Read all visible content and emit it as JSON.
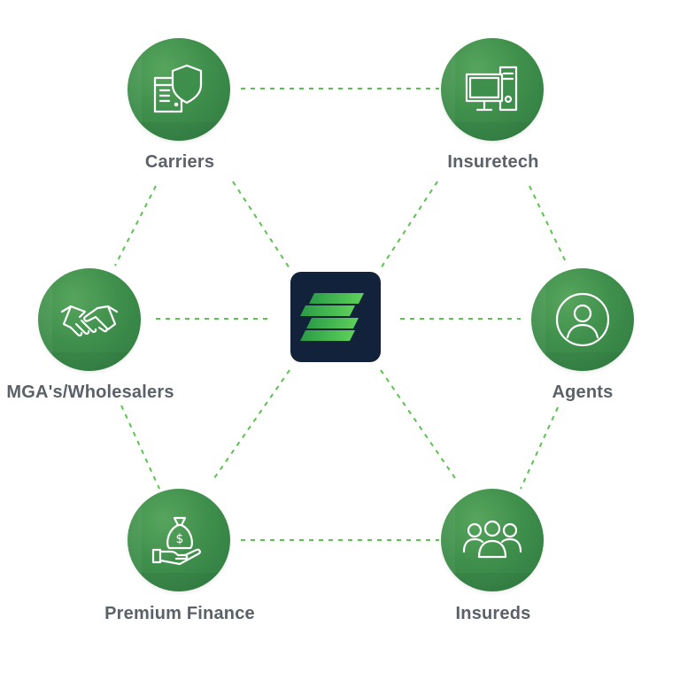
{
  "colors": {
    "node_green": "#3f8f4c",
    "link_green": "#5cc24f",
    "hub_navy": "#11223a",
    "label_gray": "#5b6168",
    "logo_green_light": "#5ed25a",
    "logo_green_dark": "#2a9a46"
  },
  "hub": {
    "name": "logo",
    "icon": "stacked-stripes-logo-icon"
  },
  "nodes": [
    {
      "id": "carriers",
      "label": "Carriers",
      "icon": "server-shield-icon"
    },
    {
      "id": "insuretech",
      "label": "Insuretech",
      "icon": "computer-tower-icon"
    },
    {
      "id": "mgas",
      "label": "MGA's/Wholesalers",
      "icon": "handshake-icon"
    },
    {
      "id": "agents",
      "label": "Agents",
      "icon": "user-circle-icon"
    },
    {
      "id": "premium_finance",
      "label": "Premium Finance",
      "icon": "money-bag-hand-icon"
    },
    {
      "id": "insureds",
      "label": "Insureds",
      "icon": "user-group-icon"
    }
  ]
}
